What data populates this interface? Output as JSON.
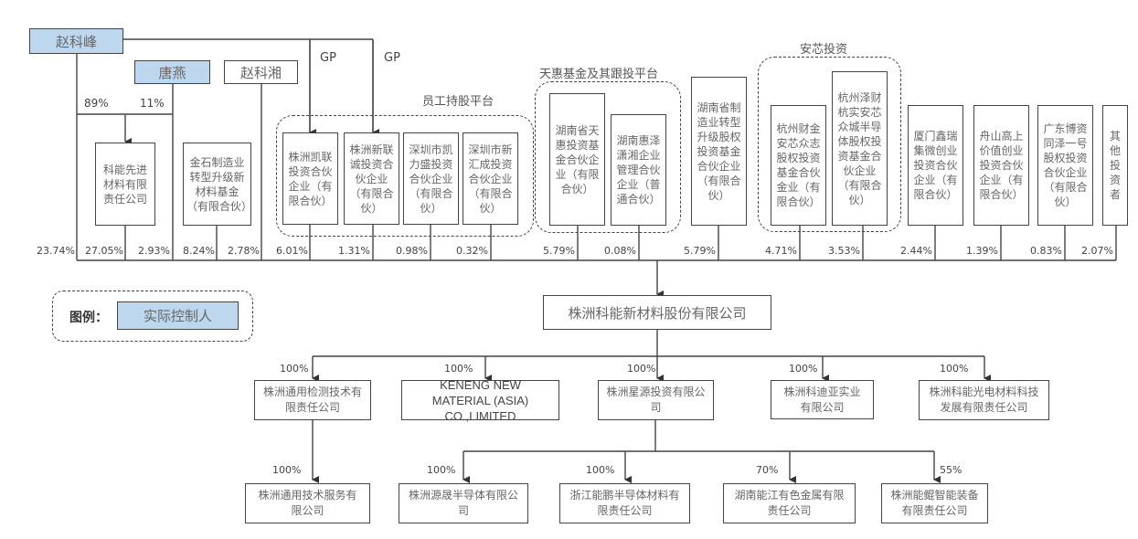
{
  "controllers": {
    "zhao_kefeng": "赵科峰",
    "tang_yan": "唐燕",
    "zhao_kexiang": "赵科湘"
  },
  "gp_labels": [
    "GP",
    "GP"
  ],
  "holding_split": {
    "zhao_kefeng": "89%",
    "tang_yan": "11%"
  },
  "groups": {
    "employee_platform": "员工持股平台",
    "tianhui": "天惠基金及其跟投平台",
    "anxin": "安芯投资"
  },
  "shareholders": [
    {
      "name": "科能先进材料有限责任公司",
      "pct": "27.05%"
    },
    {
      "name": "金石制造业转型升级新材料基金（有限合伙）",
      "pct": "8.24%"
    },
    {
      "name": "株洲凯联投资合伙企业（有限合伙）",
      "pct": "6.01%"
    },
    {
      "name": "株洲新联诚投资合伙企业（有限合伙）",
      "pct": "1.31%"
    },
    {
      "name": "深圳市凯力盛投资合伙企业（有限合伙）",
      "pct": "0.98%"
    },
    {
      "name": "深圳市新汇成投资合伙企业（有限合伙）",
      "pct": "0.32%"
    },
    {
      "name": "湖南省天惠投资基金合伙企业（有限合伙）",
      "pct": "5.79%"
    },
    {
      "name": "湖南惠泽潇湘企业管理合伙企业（普通合伙）",
      "pct": "0.08%"
    },
    {
      "name": "湖南省制造业转型升级股权投资基金合伙企业（有限合伙）",
      "pct": "5.79%"
    },
    {
      "name": "杭州财金安芯众志股权投资基金合伙金业（有限合伙）",
      "pct": "4.71%"
    },
    {
      "name": "杭州泽财杭实安芯众城半导体股权投资基金合伙企业（有限合伙）",
      "pct": "3.53%"
    },
    {
      "name": "厦门鑫瑞集微创业投资合伙企业（有限合伙）",
      "pct": "2.44%"
    },
    {
      "name": "舟山高上价值创业投资合伙企业（有限合伙）",
      "pct": "1.39%"
    },
    {
      "name": "广东博资同泽一号股权投资合伙企业（有限合伙）",
      "pct": "0.83%"
    },
    {
      "name": "其他投资者",
      "pct": "2.07%"
    }
  ],
  "direct_pcts": {
    "zhao_kefeng": "23.74%",
    "tang_yan": "2.93%",
    "zhao_kexiang": "2.78%"
  },
  "legend": {
    "title": "图例：",
    "item": "实际控制人"
  },
  "company": "株洲科能新材料股份有限公司",
  "subsidiaries": [
    {
      "name": "株洲通用检测技术有限责任公司",
      "pct": "100%"
    },
    {
      "name": "KENENG NEW MATERIAL (ASIA) CO.,LIMITED",
      "pct": "100%"
    },
    {
      "name": "株洲星源投资有限公司",
      "pct": "100%"
    },
    {
      "name": "株洲科迪亚实业有限公司",
      "pct": "100%"
    },
    {
      "name": "株洲科能光电材料科技发展有限责任公司",
      "pct": "100%"
    }
  ],
  "second_level": [
    {
      "name": "株洲通用技术服务有限公司",
      "pct": "100%"
    },
    {
      "name": "株洲源晟半导体有限公司",
      "pct": "100%"
    },
    {
      "name": "浙江能鹏半导体材料有限责任公司",
      "pct": "100%"
    },
    {
      "name": "湖南能江有色金属有限责任公司",
      "pct": "70%"
    },
    {
      "name": "株洲能鲲智能装备有限责任公司",
      "pct": "55%"
    }
  ],
  "colors": {
    "controller_fill": "#bdd7ee",
    "line": "#444444"
  }
}
